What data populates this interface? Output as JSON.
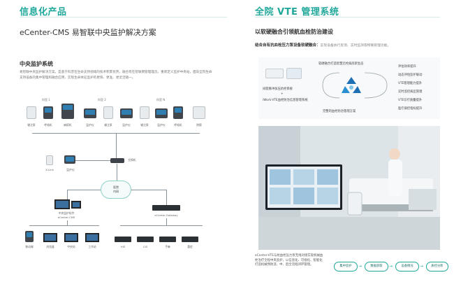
{
  "left": {
    "header_title": "信息化产品",
    "subtitle": "eCenter-CMS  易智联中央监护解决方案",
    "section_title": "中央监护系统",
    "paragraph": "易智联中央监护解决方案，是基于科普在生命支持领域的技术积累优势，融合有在智联网管理理念，重新定义监护中央站，面向全院生命支持设备的集中管理和融合应用，实现生命体征监护的更快、更准、更灵活随一。",
    "topology": {
      "tiers": [
        "科室 1",
        "科室 2",
        "科室 N"
      ],
      "tier1_devices": [
        "输注泵",
        "呼吸机",
        "麻醉机"
      ],
      "tier2_devices": [
        "监护仪",
        "输注泵",
        "监护仪"
      ],
      "tierN_devices": [
        "输注泵",
        "监护仪",
        "呼吸机",
        "除颤"
      ],
      "relay_labels": [
        "X.Link",
        "监护仪",
        "交换机"
      ],
      "cloud_label": "医院\n内网",
      "cms_label": "中央监护软件\neCenter-CMS",
      "gateway_label": "eCenter-Gateway",
      "left_clients": [
        "移动端",
        "浏览器",
        "中央站",
        "工作站"
      ],
      "right_clients": [
        "HIS",
        "CIS",
        "手麻",
        "重症"
      ]
    }
  },
  "right": {
    "header_title": "全院 VTE 管理系统",
    "subtitle": "以软硬融合引领航血栓防治建设",
    "subtitle2_bold": "结合自有抗血栓压力泵设备软硬融合：",
    "subtitle2_rest": "实现设备执行反馈、实时监测等物联管理功能。",
    "diagram": {
      "left_devices": [
        "间歇脉冲加压抗栓系统",
        "+",
        "iWork-VTE血栓防治信息管理系统"
      ],
      "top_label": "软硬融合打造智慧无栓病房新生态",
      "bottom_label": "完整的血栓防治管理方案",
      "right_list": [
        "评估效率提升",
        "动态评估监护联动",
        "VTE管理能力提升",
        "实时监控病区管理",
        "VTE诊疗质量提升",
        "医疗质控指标提升"
      ]
    },
    "bottom_text": "eCenter-VTE与抗血栓压力泵无线对接实现机械血栓治疗全程中央监护，以信息化、可视化、智能化打造机械预防流、中、后全流程闭环管理。",
    "steps": [
      "集中监护",
      "数据获取",
      "设备情况",
      "质控分析"
    ],
    "arrow_labels": [
      "",
      "",
      ""
    ]
  },
  "colors": {
    "accent": "#1fa89a",
    "text": "#333333"
  }
}
